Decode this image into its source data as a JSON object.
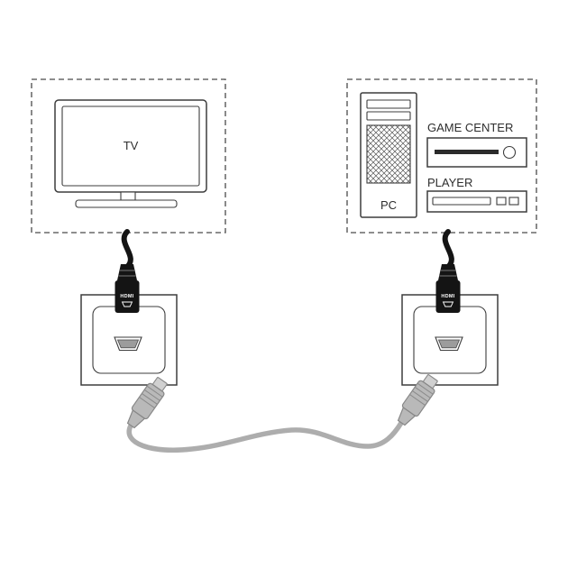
{
  "diagram": {
    "labels": {
      "tv": "TV",
      "pc": "PC",
      "game_center": "GAME CENTER",
      "player": "PLAYER",
      "hdmi_plug_left": "HDMI",
      "hdmi_plug_right": "HDMI"
    },
    "colors": {
      "outline": "#3d3d3d",
      "dashed_border": "#4a4a4a",
      "black_cable": "#141414",
      "gray_cable": "#adadad",
      "background": "#ffffff"
    }
  }
}
